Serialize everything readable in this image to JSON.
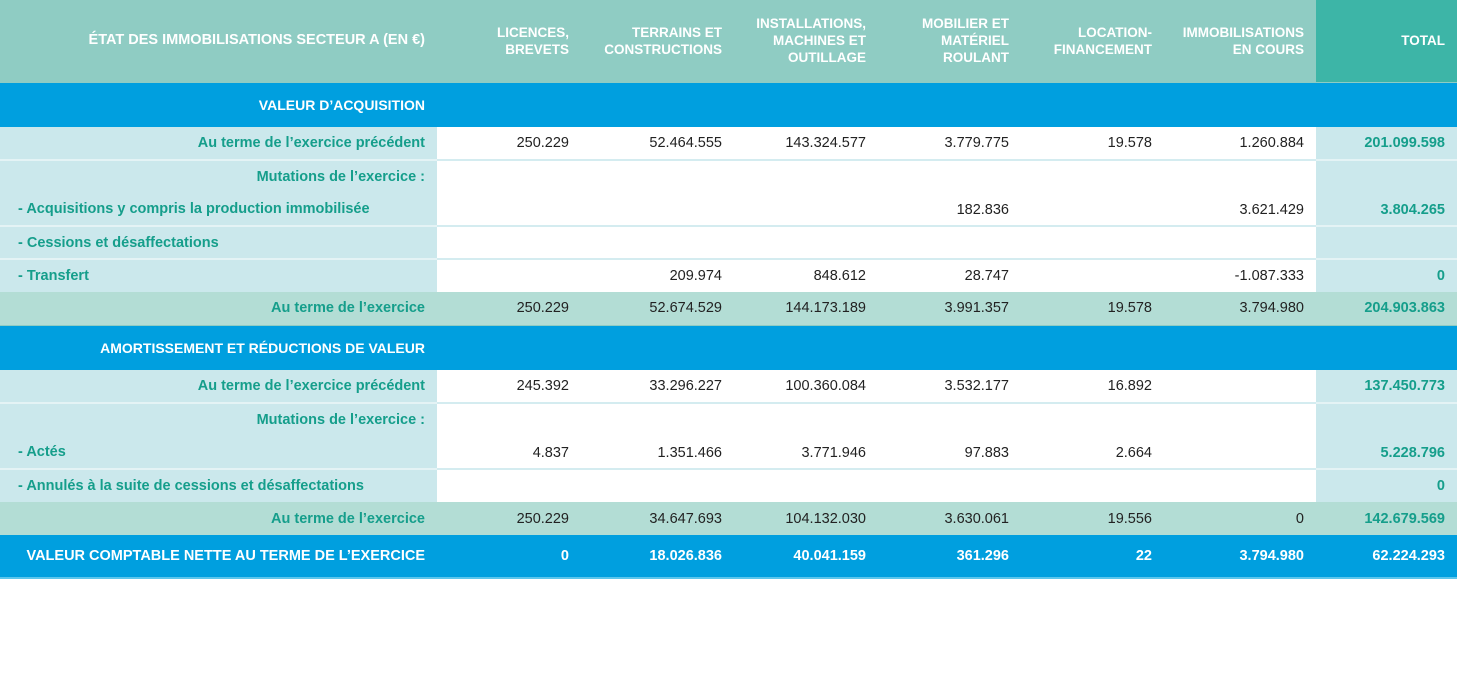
{
  "table": {
    "title": "ÉTAT DES IMMOBILISATIONS SECTEUR A (en €)",
    "columns": [
      [
        "LICENCES,",
        "BREVETS"
      ],
      [
        "TERRAINS ET",
        "CONSTRUCTIONS"
      ],
      [
        "INSTALLATIONS,",
        "MACHINES ET",
        "OUTILLAGE"
      ],
      [
        "MOBILIER ET",
        "MATÉRIEL",
        "ROULANT"
      ],
      [
        "LOCATION-",
        "FINANCEMENT"
      ],
      [
        "IMMOBILISATIONS",
        "EN COURS"
      ],
      [
        "TOTAL"
      ]
    ],
    "columns_text": [
      "LICENCES, BREVETS",
      "TERRAINS ET CONSTRUCTIONS",
      "INSTALLATIONS, MACHINES ET OUTILLAGE",
      "MOBILIER ET MATÉRIEL ROULANT",
      "LOCATION-FINANCEMENT",
      "IMMOBILISATIONS EN COURS",
      "TOTAL"
    ],
    "acquisition": {
      "section_label": "VALEUR D’ACQUISITION",
      "previous": {
        "label": "Au terme de l’exercice précédent",
        "values": [
          "250.229",
          "52.464.555",
          "143.324.577",
          "3.779.775",
          "19.578",
          "1.260.884",
          "201.099.598"
        ]
      },
      "mutations_label": "Mutations de l’exercice :",
      "acquisitions": {
        "label": "- Acquisitions y compris la production immobilisée",
        "values": [
          "",
          "",
          "",
          "182.836",
          "",
          "3.621.429",
          "3.804.265"
        ]
      },
      "cessions": {
        "label": "- Cessions et désaffectations",
        "values": [
          "",
          "",
          "",
          "",
          "",
          "",
          ""
        ]
      },
      "transfert": {
        "label": "- Transfert",
        "values": [
          "",
          "209.974",
          "848.612",
          "28.747",
          "",
          "-1.087.333",
          "0"
        ]
      },
      "end": {
        "label": "Au terme de l’exercice",
        "values": [
          "250.229",
          "52.674.529",
          "144.173.189",
          "3.991.357",
          "19.578",
          "3.794.980",
          "204.903.863"
        ]
      }
    },
    "amortissement": {
      "section_label": "AMORTISSEMENT ET RÉDUCTIONS DE VALEUR",
      "previous": {
        "label": "Au terme de l’exercice précédent",
        "values": [
          "245.392",
          "33.296.227",
          "100.360.084",
          "3.532.177",
          "16.892",
          "",
          "137.450.773"
        ]
      },
      "mutations_label": "Mutations de l’exercice :",
      "actes": {
        "label": "- Actés",
        "values": [
          "4.837",
          "1.351.466",
          "3.771.946",
          "97.883",
          "2.664",
          "",
          "5.228.796"
        ]
      },
      "annules": {
        "label": "- Annulés à la suite de cessions et désaffectations",
        "values": [
          "",
          "",
          "",
          "",
          "",
          "",
          "0"
        ]
      },
      "end": {
        "label": "Au terme de l’exercice",
        "values": [
          "250.229",
          "34.647.693",
          "104.132.030",
          "3.630.061",
          "19.556",
          "0",
          "142.679.569"
        ]
      }
    },
    "net": {
      "label": "VALEUR COMPTABLE NETTE AU TERME DE L’EXERCICE",
      "values": [
        "0",
        "18.026.836",
        "40.041.159",
        "361.296",
        "22",
        "3.794.980",
        "62.224.293"
      ]
    }
  },
  "colors": {
    "header_bg": "#8fccc3",
    "header_total_bg": "#3db5a7",
    "section_bg": "#009fdf",
    "label_bg": "#cbe8ec",
    "label_text": "#159e8b",
    "subtotal_bg": "#b3ddd5"
  }
}
